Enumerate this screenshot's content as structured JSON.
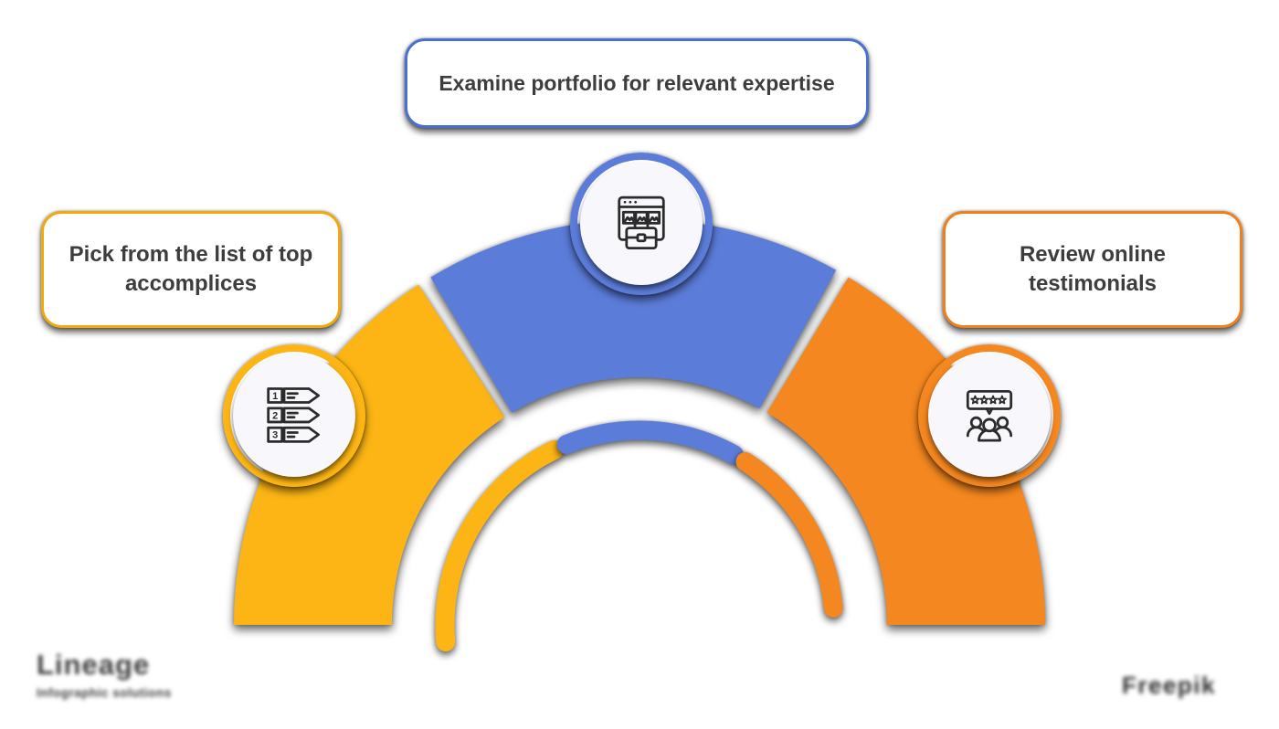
{
  "steps": {
    "left": {
      "label": "Pick from the list of top\naccomplices",
      "icon": "numbered-list-icon"
    },
    "top": {
      "label": "Examine portfolio for relevant expertise",
      "icon": "portfolio-icon"
    },
    "right": {
      "label": "Review online\ntestimonials",
      "icon": "testimonials-icon"
    }
  },
  "list_icon_numbers": [
    "1",
    "2",
    "3"
  ],
  "watermarks": {
    "left_title": "Lineage",
    "left_subtitle": "Infographic solutions",
    "right_text": "Freepik"
  },
  "colors": {
    "yellow": "#FCB514",
    "blue": "#5C7CD9",
    "orange": "#F4871F",
    "yellow-border": "#F2A90B",
    "blue-border": "#4A70D1",
    "orange-border": "#F07F1C",
    "text": "#3D3D3D",
    "icon": "#2B2B2B",
    "face": "#F8F8FC",
    "watermark": "#3F3F3F"
  }
}
